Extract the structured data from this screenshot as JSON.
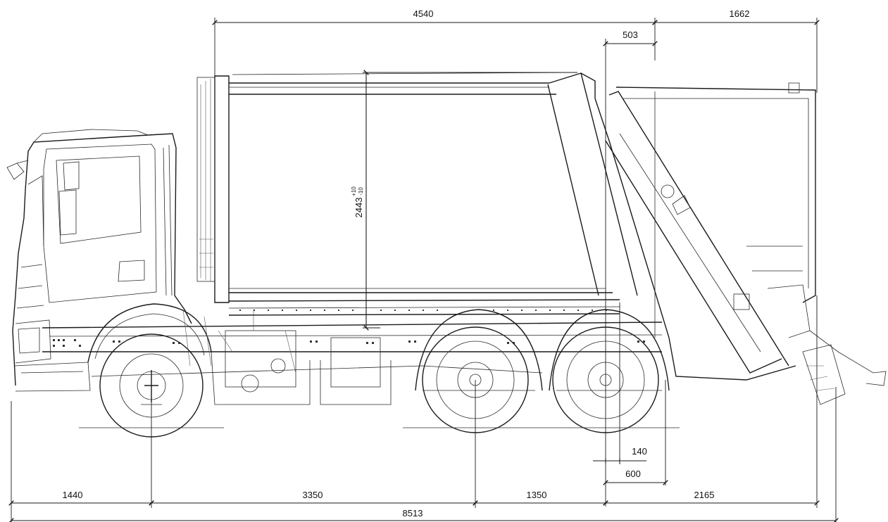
{
  "dimensions": {
    "overall_length": "8513",
    "front_overhang": "1440",
    "wheelbase_front_to_rear": "3350",
    "rear_axle_spacing": "1350",
    "rear_overhang": "2165",
    "body_length": "4540",
    "tailgate_length": "1662",
    "body_to_tailgate_offset": "503",
    "body_height": "2443",
    "height_tolerance_upper": "+10",
    "height_tolerance_lower": "-10",
    "small_offset": "140",
    "axle_to_frame_end": "600"
  }
}
